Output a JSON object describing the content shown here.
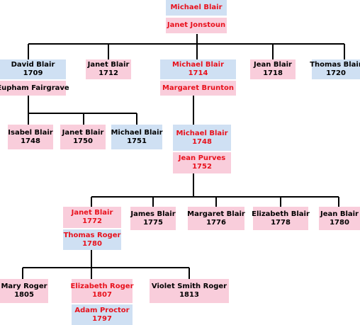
{
  "colors": {
    "female_box": "#f9cddb",
    "male_box": "#cfe0f3",
    "direct_line_text": "#e8111c",
    "other_text": "#000000",
    "connector": "#000000"
  },
  "people": {
    "michael_blair_root": {
      "name": "Michael Blair",
      "year": ""
    },
    "janet_jonstoun": {
      "name": "Janet Jonstoun",
      "year": ""
    },
    "david_blair": {
      "name": "David Blair",
      "year": "1709"
    },
    "eupham_fairgrave": {
      "name": "Eupham Fairgrave",
      "year": ""
    },
    "janet_blair_1712": {
      "name": "Janet Blair",
      "year": "1712"
    },
    "michael_blair_1714": {
      "name": "Michael Blair",
      "year": "1714"
    },
    "margaret_brunton": {
      "name": "Margaret Brunton",
      "year": ""
    },
    "jean_blair_1718": {
      "name": "Jean Blair",
      "year": "1718"
    },
    "thomas_blair_1720": {
      "name": "Thomas Blair",
      "year": "1720"
    },
    "isabel_blair_1748": {
      "name": "Isabel Blair",
      "year": "1748"
    },
    "janet_blair_1750": {
      "name": "Janet Blair",
      "year": "1750"
    },
    "michael_blair_1751": {
      "name": "Michael Blair",
      "year": "1751"
    },
    "michael_blair_1748": {
      "name": "Michael Blair",
      "year": "1748"
    },
    "jean_purves": {
      "name": "Jean Purves",
      "year": "1752"
    },
    "janet_blair_1772": {
      "name": "Janet Blair",
      "year": "1772"
    },
    "thomas_roger": {
      "name": "Thomas Roger",
      "year": "1780"
    },
    "james_blair_1775": {
      "name": "James Blair",
      "year": "1775"
    },
    "margaret_blair_1776": {
      "name": "Margaret Blair",
      "year": "1776"
    },
    "elizabeth_blair_1778": {
      "name": "Elizabeth Blair",
      "year": "1778"
    },
    "jean_blair_1780": {
      "name": "Jean Blair",
      "year": "1780"
    },
    "mary_roger": {
      "name": "Mary Roger",
      "year": "1805"
    },
    "elizabeth_roger": {
      "name": "Elizabeth Roger",
      "year": "1807"
    },
    "adam_proctor": {
      "name": "Adam Proctor",
      "year": "1797"
    },
    "violet_smith_roger": {
      "name": "Violet Smith Roger",
      "year": "1813"
    }
  }
}
